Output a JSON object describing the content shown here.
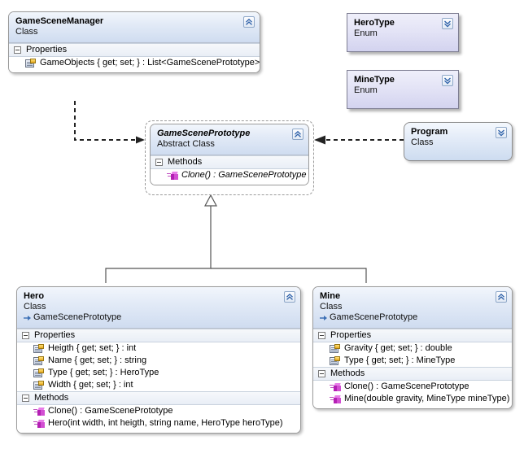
{
  "diagram": {
    "title": "UML Class Diagram",
    "background": "#ffffff"
  },
  "colors": {
    "class_header_top": "#f2f6fc",
    "class_header_bottom": "#cfdcf0",
    "enum_fill": "#e4e4f6",
    "border": "#9a9a9a",
    "property_icon_tag": "#e8a81c",
    "method_icon": "#c04fc0",
    "connector": "#333333"
  },
  "shapes": {
    "game_scene_manager": {
      "name": "GameSceneManager",
      "stereotype": "Class",
      "collapse_icon": "chevron-double-up-icon",
      "compartments": [
        {
          "label": "Properties",
          "toggle_icon": "minus-box-icon",
          "members": [
            {
              "icon": "property-icon",
              "text": "GameObjects { get; set; } : List<GameScenePrototype>"
            }
          ]
        }
      ]
    },
    "hero_type": {
      "name": "HeroType",
      "stereotype": "Enum",
      "expand_icon": "chevron-double-down-icon"
    },
    "mine_type": {
      "name": "MineType",
      "stereotype": "Enum",
      "expand_icon": "chevron-double-down-icon"
    },
    "game_scene_prototype": {
      "name": "GameScenePrototype",
      "stereotype": "Abstract Class",
      "collapse_icon": "chevron-double-up-icon",
      "selected": true,
      "compartments": [
        {
          "label": "Methods",
          "toggle_icon": "minus-box-icon",
          "members": [
            {
              "icon": "method-icon",
              "text": "Clone() : GameScenePrototype",
              "italic": true
            }
          ]
        }
      ]
    },
    "program": {
      "name": "Program",
      "stereotype": "Class",
      "expand_icon": "chevron-double-down-icon"
    },
    "hero": {
      "name": "Hero",
      "stereotype": "Class",
      "base": "GameScenePrototype",
      "base_icon": "inheritance-arrow-icon",
      "collapse_icon": "chevron-double-up-icon",
      "compartments": [
        {
          "label": "Properties",
          "toggle_icon": "minus-box-icon",
          "members": [
            {
              "icon": "property-icon",
              "text": "Heigth { get; set; } : int"
            },
            {
              "icon": "property-icon",
              "text": "Name { get; set; } : string"
            },
            {
              "icon": "property-icon",
              "text": "Type { get; set; } : HeroType"
            },
            {
              "icon": "property-icon",
              "text": "Width { get; set; } : int"
            }
          ]
        },
        {
          "label": "Methods",
          "toggle_icon": "minus-box-icon",
          "members": [
            {
              "icon": "method-icon",
              "text": "Clone() : GameScenePrototype"
            },
            {
              "icon": "method-icon",
              "text": "Hero(int width, int heigth, string name, HeroType heroType)"
            }
          ]
        }
      ]
    },
    "mine": {
      "name": "Mine",
      "stereotype": "Class",
      "base": "GameScenePrototype",
      "base_icon": "inheritance-arrow-icon",
      "collapse_icon": "chevron-double-up-icon",
      "compartments": [
        {
          "label": "Properties",
          "toggle_icon": "minus-box-icon",
          "members": [
            {
              "icon": "property-icon",
              "text": "Gravity { get; set; } : double"
            },
            {
              "icon": "property-icon",
              "text": "Type { get; set; } : MineType"
            }
          ]
        },
        {
          "label": "Methods",
          "toggle_icon": "minus-box-icon",
          "members": [
            {
              "icon": "method-icon",
              "text": "Clone() : GameScenePrototype"
            },
            {
              "icon": "method-icon",
              "text": "Mine(double gravity, MineType mineType)"
            }
          ]
        }
      ]
    }
  },
  "connectors": [
    {
      "name": "manager-to-prototype",
      "kind": "dependency-dashed-arrow",
      "from": "GameSceneManager",
      "to": "GameScenePrototype"
    },
    {
      "name": "program-to-prototype",
      "kind": "dependency-dashed-arrow",
      "from": "Program",
      "to": "GameScenePrototype"
    },
    {
      "name": "hero-inherits-prototype",
      "kind": "generalization-hollow-triangle",
      "from": "Hero",
      "to": "GameScenePrototype"
    },
    {
      "name": "mine-inherits-prototype",
      "kind": "generalization-hollow-triangle",
      "from": "Mine",
      "to": "GameScenePrototype"
    }
  ]
}
